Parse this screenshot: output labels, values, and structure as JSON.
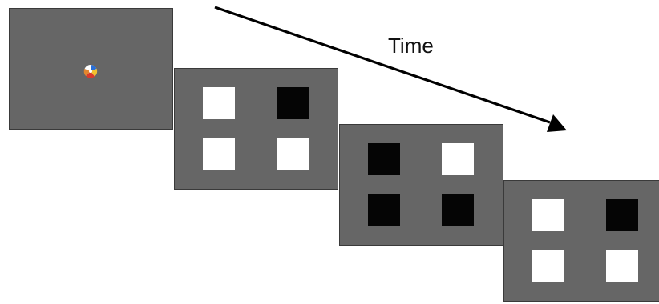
{
  "time_label": "Time",
  "colors": {
    "background": "#ffffff",
    "panel": "#666666",
    "square_white": "#ffffff",
    "square_black": "#050505",
    "arrow": "#000000",
    "fixation_colors": [
      "#d93a2b",
      "#2a6fd6",
      "#f2c12e",
      "#ffffff"
    ]
  },
  "panels": [
    {
      "type": "fixation",
      "icon": "multicolor-ball-icon"
    },
    {
      "type": "squares",
      "squares": [
        "white",
        "black",
        "white",
        "white"
      ]
    },
    {
      "type": "squares",
      "squares": [
        "black",
        "white",
        "black",
        "black"
      ]
    },
    {
      "type": "squares",
      "squares": [
        "white",
        "black",
        "white",
        "white"
      ]
    }
  ]
}
